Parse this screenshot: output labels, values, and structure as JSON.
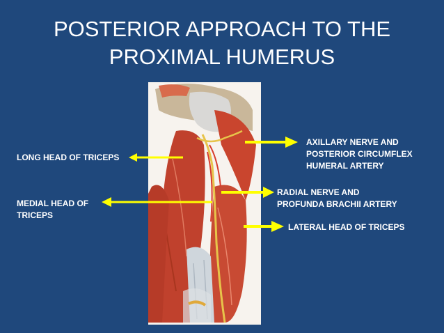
{
  "slide": {
    "title": "POSTERIOR APPROACH TO THE\nPROXIMAL HUMERUS",
    "colors": {
      "background": "#1f487c",
      "text": "#ffffff",
      "arrow": "#ffff00"
    },
    "labels": {
      "long_head": "LONG HEAD OF TRICEPS",
      "medial_head": "MEDIAL HEAD OF\nTRICEPS",
      "axillary": "AXILLARY NERVE AND\nPOSTERIOR CIRCUMFLEX\nHUMERAL ARTERY",
      "radial": "RADIAL NERVE AND\nPROFUNDA BRACHII ARTERY",
      "lateral_head": "LATERAL HEAD OF TRICEPS"
    },
    "illustration": "anatomical drawing of posterior arm showing triceps muscles, nerves and arteries"
  }
}
